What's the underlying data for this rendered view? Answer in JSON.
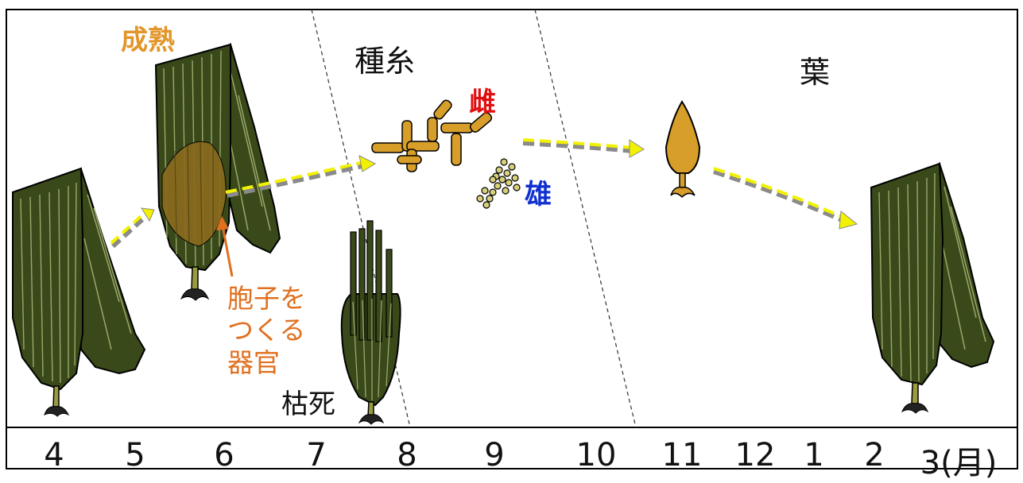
{
  "labels": {
    "stage_gametophyte": "種糸",
    "stage_leaf": "葉",
    "maturity": "成熟",
    "spore_organ": "胞子を つくる 器官",
    "withered": "枯死",
    "female": "雌",
    "male": "雄"
  },
  "months": [
    "4",
    "5",
    "6",
    "7",
    "8",
    "9",
    "10",
    "11",
    "12",
    "1",
    "2",
    "3(月)"
  ],
  "colors": {
    "kelp_blade": "#39491a",
    "kelp_stripe": "#9aa86a",
    "stipe": "#9a9a40",
    "spore_patch": "#8a6a1e",
    "gametophyte": "#d79e2a",
    "arrow_yellow": "#f2f200",
    "arrow_gray": "#8a8a8a",
    "female_label": "#e01010",
    "male_label": "#1030d0",
    "maturity_label": "#e2962a",
    "spore_label": "#e0701f"
  }
}
